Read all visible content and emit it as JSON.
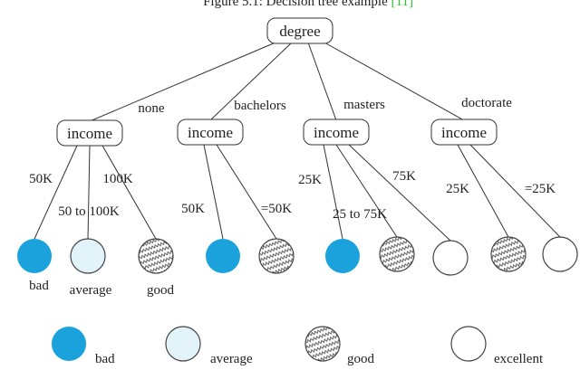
{
  "caption": {
    "text": "Figure 5.1: Decision tree example ",
    "ref": "[11]",
    "ref_color": "#2fbf2f"
  },
  "root": {
    "label": "degree"
  },
  "branches": [
    {
      "edge": "none",
      "node": "income",
      "children": [
        {
          "edge": "50K",
          "class": "bad"
        },
        {
          "edge": "50 to 100K",
          "class": "average"
        },
        {
          "edge": "100K",
          "class": "good"
        }
      ],
      "leaf_labels": [
        "bad",
        "average",
        "good"
      ]
    },
    {
      "edge": "bachelors",
      "node": "income",
      "children": [
        {
          "edge": "50K",
          "class": "bad"
        },
        {
          "edge": "=50K",
          "class": "good"
        }
      ]
    },
    {
      "edge": "masters",
      "node": "income",
      "children": [
        {
          "edge": "25K",
          "class": "bad"
        },
        {
          "edge": "25 to 75K",
          "class": "good"
        },
        {
          "edge": "75K",
          "class": "excellent"
        }
      ]
    },
    {
      "edge": "doctorate",
      "node": "income",
      "children": [
        {
          "edge": "25K",
          "class": "good"
        },
        {
          "edge": "=25K",
          "class": "excellent"
        }
      ]
    }
  ],
  "legend": [
    {
      "class": "bad",
      "label": "bad",
      "fill": "#1ba1dc"
    },
    {
      "class": "average",
      "label": "average",
      "fill": "#e3f3fa"
    },
    {
      "class": "good",
      "label": "good",
      "fill": "zigzag-hatch"
    },
    {
      "class": "excellent",
      "label": "excellent",
      "fill": "#ffffff"
    }
  ]
}
